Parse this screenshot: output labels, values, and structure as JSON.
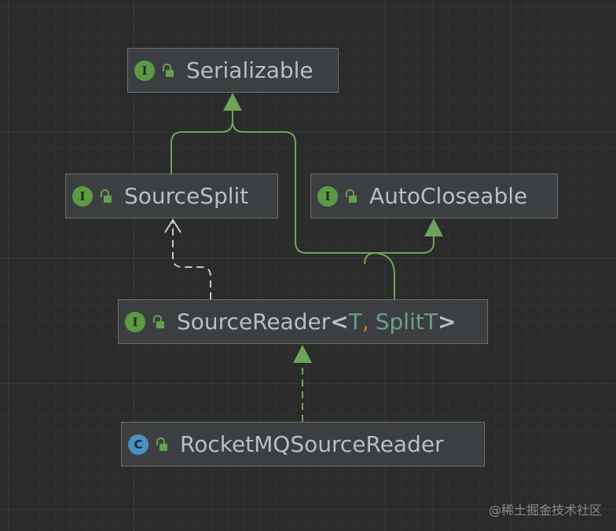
{
  "nodes": {
    "serializable": {
      "kind": "I",
      "name": "Serializable"
    },
    "source_split": {
      "kind": "I",
      "name": "SourceSplit"
    },
    "auto_closeable": {
      "kind": "I",
      "name": "AutoCloseable"
    },
    "source_reader": {
      "kind": "I",
      "name": "SourceReader",
      "lt": "<",
      "param1": "T",
      "comma": ",",
      "param2": "SplitT",
      "gt": ">"
    },
    "rocketmq_source_reader": {
      "kind": "C",
      "name": "RocketMQSourceReader"
    }
  },
  "colors": {
    "background": "#2b2b2b",
    "node_fill": "#3c3f41",
    "extends_edge": "#6fa35a",
    "dependency_edge": "#c8c8c8",
    "interface_badge": "#5c9a46",
    "class_badge": "#4a90c2"
  },
  "watermark": "@稀土掘金技术社区"
}
